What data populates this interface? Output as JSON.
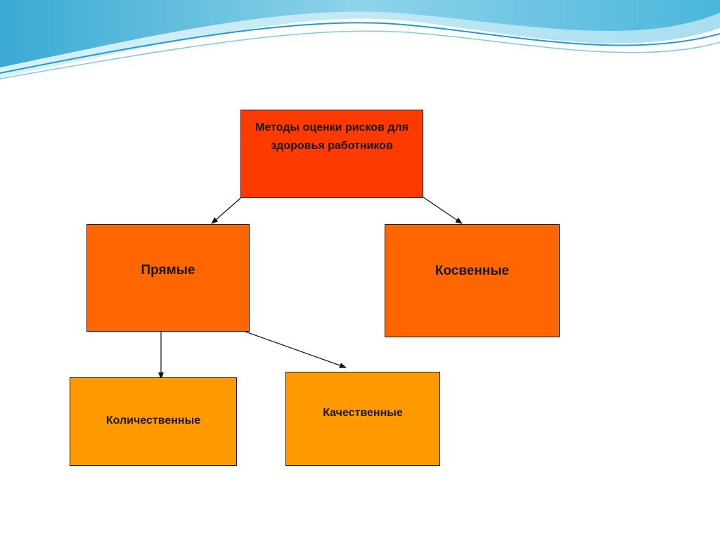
{
  "diagram": {
    "root": {
      "label": "Методы оценки рисков для здоровья работников"
    },
    "direct": {
      "label": "Прямые"
    },
    "indirect": {
      "label": "Косвенные"
    },
    "quantitative": {
      "label": "Количественные"
    },
    "qualitative": {
      "label": "Качественные"
    }
  },
  "colors": {
    "root_fill": "#ff3a00",
    "level2_fill": "#ff6600",
    "level3_fill": "#ff9900",
    "wave_light": "#bfe6f2",
    "wave_mid": "#5bbfdf",
    "wave_dark": "#1f9cc7"
  }
}
